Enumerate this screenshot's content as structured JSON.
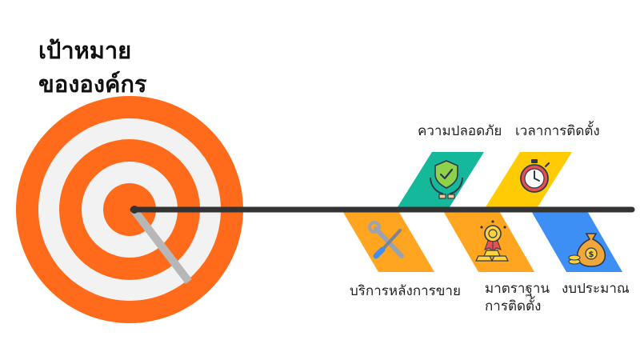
{
  "title": {
    "line1": "เป้าหมาย",
    "line2": "ขององค์กร"
  },
  "categories": [
    {
      "id": "safety",
      "label": "ความปลอดภัย",
      "color": "#15b89a",
      "icon": "shield-hands-icon"
    },
    {
      "id": "time",
      "label": "เวลาการติดตั้ง",
      "color": "#ffcb05",
      "icon": "stopwatch-icon"
    },
    {
      "id": "service",
      "label": "บริการหลังการขาย",
      "color": "#ffa51f",
      "icon": "wrench-screwdriver-icon"
    },
    {
      "id": "standard",
      "label_line1": "มาตราฐาน",
      "label_line2": "การติดตั้ง",
      "color": "#ffa51f",
      "icon": "gold-medal-icon"
    },
    {
      "id": "budget",
      "label": "งบประมาณ",
      "color": "#3d8ef5",
      "icon": "money-bag-icon"
    }
  ],
  "colors": {
    "target_ring": "#ff6b1a",
    "target_gap": "#f2f2f2",
    "spine": "#333333",
    "arrow_shaft": "#b7b7b7"
  }
}
